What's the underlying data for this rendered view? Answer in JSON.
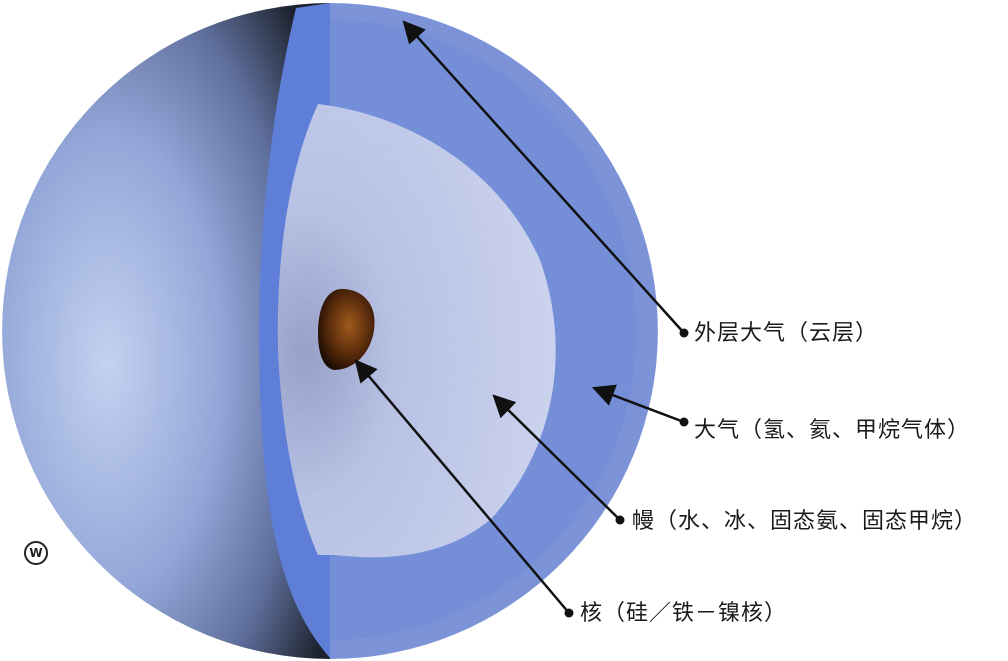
{
  "layers": [
    {
      "id": "outer-atmosphere",
      "label": "外层大气（云层）"
    },
    {
      "id": "atmosphere",
      "label": "大气（氢、氦、甲烷气体）"
    },
    {
      "id": "mantle",
      "label": "幔（水、冰、固态氨、固态甲烷）"
    },
    {
      "id": "core",
      "label": "核（硅／铁－镍核）"
    }
  ],
  "watermark_text": "W",
  "colors": {
    "outer_shell": "#7b93d6",
    "atmosphere_band": "#5e7fd6",
    "mantle": "#b9c3e6",
    "core": "#5a2c0c",
    "planet_light": "#b8c9ea",
    "planet_dark": "#1e2530"
  }
}
